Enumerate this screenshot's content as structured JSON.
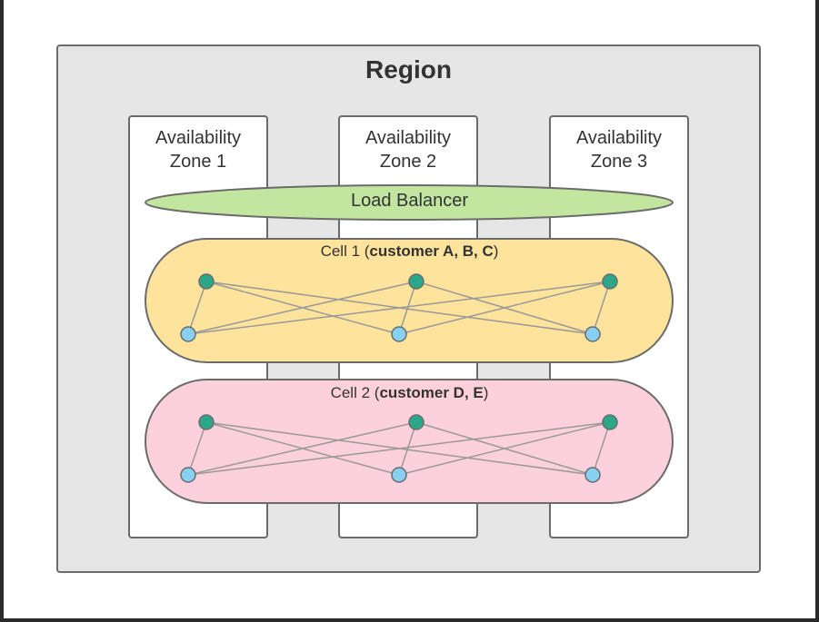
{
  "region": {
    "title": "Region"
  },
  "zones": [
    {
      "line1": "Availability",
      "line2": "Zone 1"
    },
    {
      "line1": "Availability",
      "line2": "Zone 2"
    },
    {
      "line1": "Availability",
      "line2": "Zone 3"
    }
  ],
  "load_balancer": {
    "label": "Load Balancer",
    "color": "#c2e6a0"
  },
  "cells": [
    {
      "prefix": "Cell 1 (",
      "customers": "customer A, B, C",
      "suffix": ")",
      "color": "#fde39b"
    },
    {
      "prefix": "Cell 2 (",
      "customers": "customer D, E",
      "suffix": ")",
      "color": "#fdd0dd"
    }
  ],
  "colors": {
    "top_node": "#2ba88a",
    "bottom_node": "#88d0f2",
    "edge": "#999999",
    "outline": "#6b6b6b"
  }
}
